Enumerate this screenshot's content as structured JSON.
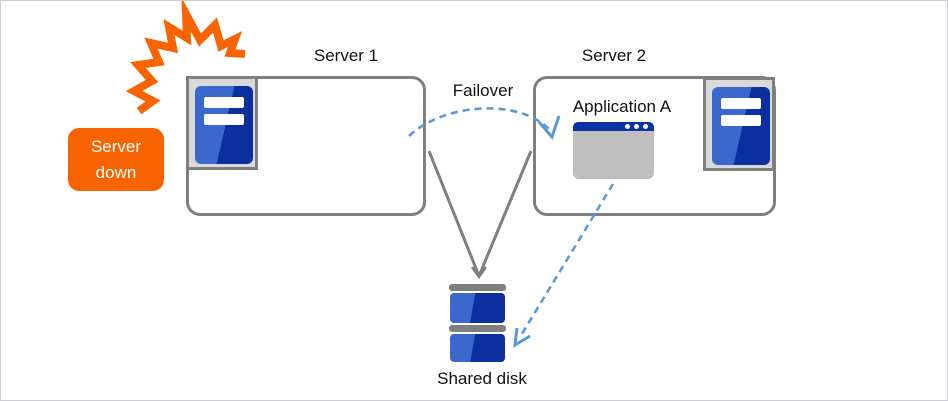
{
  "labels": {
    "server1": "Server 1",
    "server2": "Server 2",
    "failover": "Failover",
    "application": "Application A",
    "shared_disk": "Shared disk",
    "server_down_line1": "Server",
    "server_down_line2": "down"
  },
  "icons": {
    "server1_icon": "server-tower",
    "server2_icon": "server-tower",
    "application_icon": "app-window",
    "shared_disk_icon": "disk-stack",
    "crash_icon": "explosion-burst"
  },
  "colors": {
    "accent_orange": "#FA6400",
    "server_blue_light": "#3A68CC",
    "server_blue_dark": "#0C2F9F",
    "window_titlebar_blue": "#0C31A2",
    "window_body_gray": "#BFBFBF",
    "connector_gray": "#7F7F7F",
    "dashed_arrow_blue": "#5B9BD5",
    "icon_plate_gray": "#D9D9D9",
    "text_black": "#111111",
    "canvas_border": "#CCCFD4",
    "white": "#FFFFFF"
  }
}
